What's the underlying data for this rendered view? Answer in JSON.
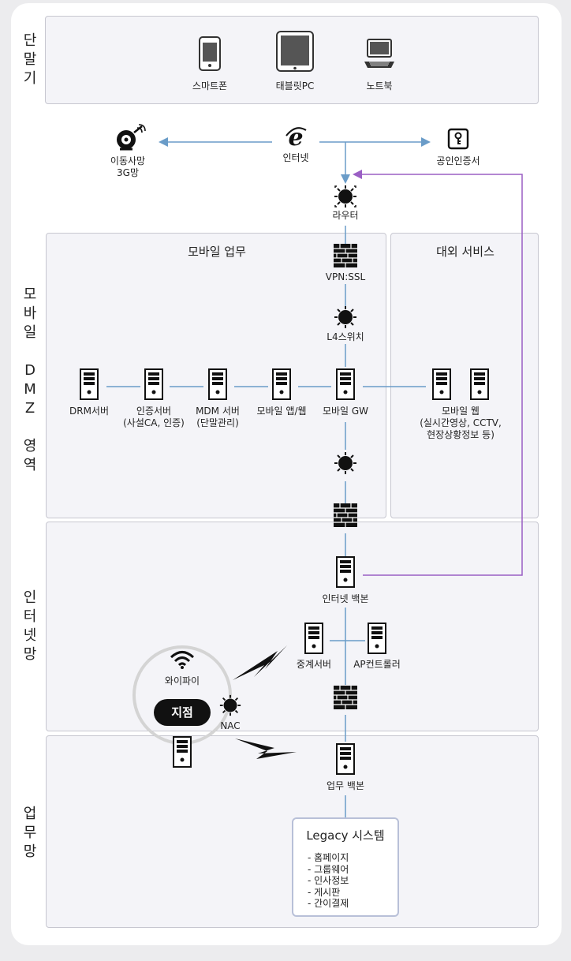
{
  "zones": {
    "terminal": "단\n말\n기",
    "mobile_dmz": "모\n바\n일\n\nD\nM\nZ\n\n영\n역",
    "internet": "인\n터\n넷\n망",
    "business": "업\n무\n망"
  },
  "subzones": {
    "mobile_work": "모바일 업무",
    "external_service": "대외 서비스"
  },
  "devices": {
    "smartphone": "스마트폰",
    "tablet": "태블릿PC",
    "notebook": "노트북"
  },
  "nodes": {
    "mobile_network": "이동사망\n3G망",
    "internet": "인터넷",
    "cert": "공인인증서",
    "router": "라우터",
    "vpn_ssl": "VPN:SSL",
    "l4_switch": "L4스위치",
    "drm": "DRM서버",
    "auth": "인증서버\n(사설CA, 인증)",
    "mdm": "MDM 서버\n(단말관리)",
    "mobile_app": "모바일 앱/웹",
    "mobile_gw": "모바일 GW",
    "mobile_web": "모바일 웹\n(실시간영상, CCTV,\n현장상황정보 등)",
    "internet_backbone": "인터넷 백본",
    "relay": "중계서버",
    "ap_controller": "AP컨트롤러",
    "wifi": "와이파이",
    "branch": "지점",
    "nac": "NAC",
    "business_backbone": "업무 백본"
  },
  "legacy": {
    "title": "Legacy 시스템",
    "items": [
      "- 홈페이지",
      "- 그룹웨어",
      "- 인사정보",
      "- 게시판",
      "- 간이결제"
    ]
  },
  "colors": {
    "link": "#6a9cc8",
    "cert_link": "#9a5fc4",
    "zone_bg": "#f4f4f8"
  }
}
